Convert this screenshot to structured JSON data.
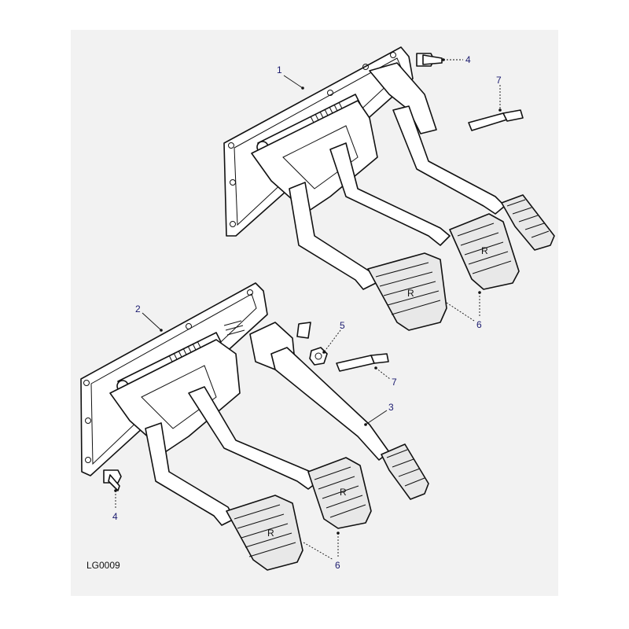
{
  "figure_code": "LG0009",
  "callouts": {
    "c1": "1",
    "c2": "2",
    "c3": "3",
    "c4a": "4",
    "c4b": "4",
    "c5": "5",
    "c6a": "6",
    "c6b": "6",
    "c7a": "7",
    "c7b": "7"
  },
  "pad_emblem": "R",
  "colors": {
    "panel": "#f2f2f2",
    "callout_text": "#1a1a6e",
    "line": "#111111"
  }
}
